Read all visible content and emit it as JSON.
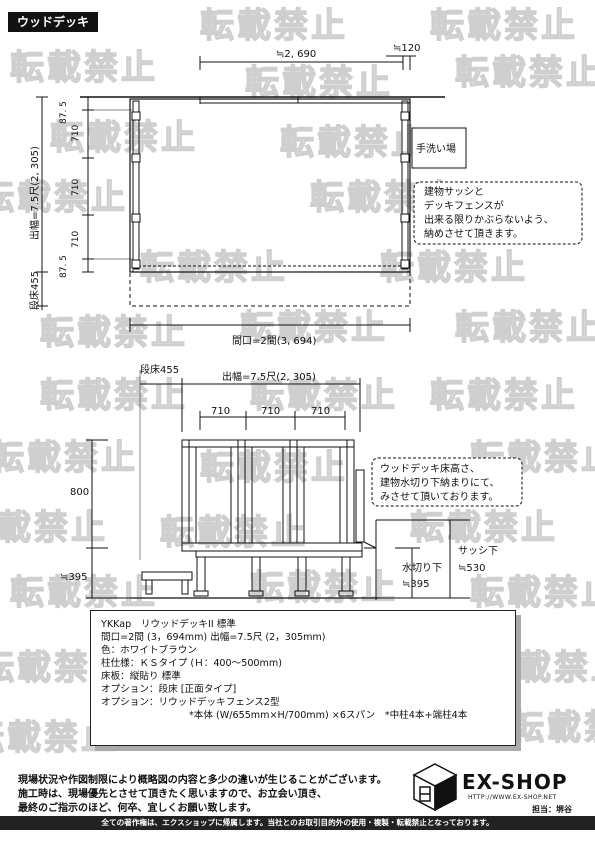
{
  "title": "ウッドデッキ",
  "watermark_text": "転載禁止",
  "plan": {
    "dim_top": "≒2, 690",
    "dim_top_right": "≒120",
    "handwash": "手洗い場",
    "note_lines": [
      "建物サッシと",
      "デッキフェンスが",
      "出来る限りかぶらないよう、",
      "納めさせて頂きます。"
    ],
    "depth_label": "出幅=7.5尺(2, 305)",
    "step_label": "段床455",
    "seg_87_top": "87. 5",
    "seg_710_a": "710",
    "seg_710_b": "710",
    "seg_710_c": "710",
    "seg_87_bottom": "87. 5",
    "width_label": "間口=2間(3, 694)"
  },
  "elevation": {
    "step_label": "段床455",
    "depth_label": "出幅=7.5尺(2, 305)",
    "seg_a": "710",
    "seg_b": "710",
    "seg_c": "710",
    "height_800": "800",
    "height_395": "≒395",
    "note_lines": [
      "ウッドデッキ床高さ、",
      "建物水切り下納まりにて、",
      "みさせて頂いております。"
    ],
    "sash_label": "サッシ下",
    "sash_value": "≒530",
    "drip_label": "水切り下",
    "drip_value": "≒395"
  },
  "spec": {
    "lines": [
      "YKKap　リウッドデッキII 標準",
      "間口=2間 (3，694mm) 出幅=7.5尺 (2，305mm)",
      "色：ホワイトブラウン",
      "柱仕様：ＫＳタイプ (Ｈ：400～500mm)",
      "床板：縦貼り 標準",
      "オプション：段床 [正面タイプ]",
      "オプション：リウッドデッキフェンス2型"
    ],
    "detail_line": "*本体 (W/655mm×H/700mm) ×6スパン　*中柱4本+端柱4本"
  },
  "notice_lines": [
    "現場状況や作図制限により概略図の内容と多少の違いが生じることがございます。",
    "施工時は、現場優先とさせて頂きたく思いますので、お立会い頂き、",
    "最終のご指示のほど、何卒、宜しくお願い致します。"
  ],
  "logo": {
    "brand": "EX-SHOP",
    "url": "HTTP://WWW.EX-SHOP.NET",
    "staff": "担当：堺谷"
  },
  "footer_text": "全ての著作権は、エクスショップに帰属します。当社とのお取引目的外の使用・複製・転載禁止となっております。"
}
